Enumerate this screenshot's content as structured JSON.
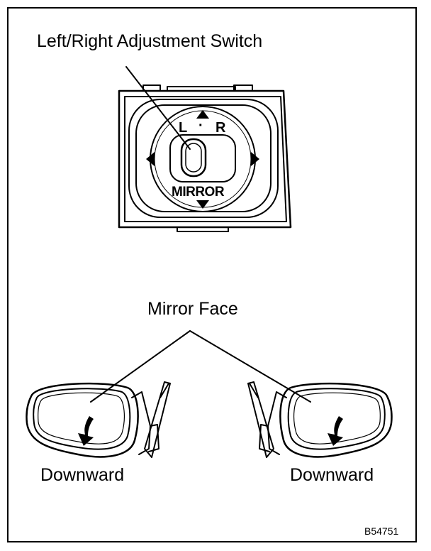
{
  "labels": {
    "adjustment_switch": "Left/Right Adjustment Switch",
    "mirror_face": "Mirror Face",
    "downward_left": "Downward",
    "downward_right": "Downward",
    "figure_code": "B54751"
  },
  "switch": {
    "left_marker": "L",
    "center_dot": "·",
    "right_marker": "R",
    "brand": "MIRROR"
  },
  "icons": [
    "arrow-up-icon",
    "arrow-down-icon",
    "arrow-left-icon",
    "arrow-right-icon",
    "downward-arrow-icon"
  ],
  "colors": {
    "line": "#000000",
    "background": "#ffffff"
  }
}
